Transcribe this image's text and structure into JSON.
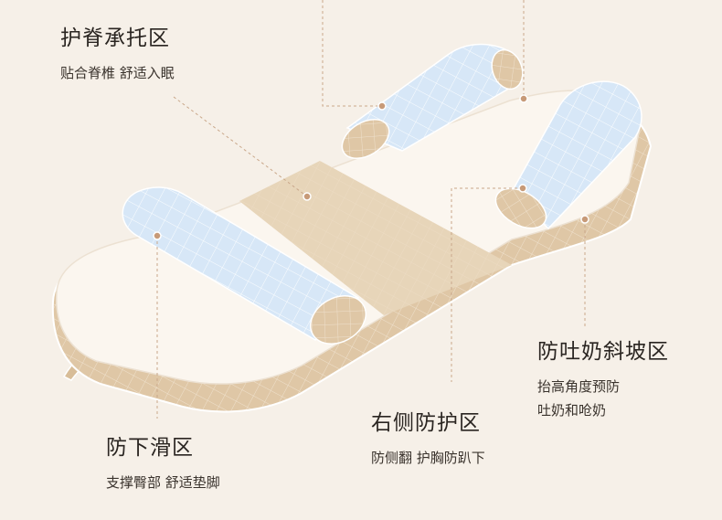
{
  "zones": {
    "spine": {
      "title": "护脊承托区",
      "desc": [
        "贴合脊椎 舒适入眠"
      ]
    },
    "antispit": {
      "title": "防吐奶斜坡区",
      "desc": [
        "抬高角度预防",
        "吐奶和呛奶"
      ]
    },
    "side": {
      "title": "右侧防护区",
      "desc": [
        "防侧翻 护胸防趴下"
      ]
    },
    "antislip": {
      "title": "防下滑区",
      "desc": [
        "支撑臀部 舒适垫脚"
      ]
    }
  },
  "colors": {
    "background": "#f6f0e8",
    "mattress_top": "#fbf6ef",
    "mattress_side": "#ddc4a2",
    "pillow_blue": "#d6e6f6",
    "pillow_end": "#dcc7a9",
    "center_band": "#ead9bf",
    "leader_line": "#c9a78a"
  }
}
